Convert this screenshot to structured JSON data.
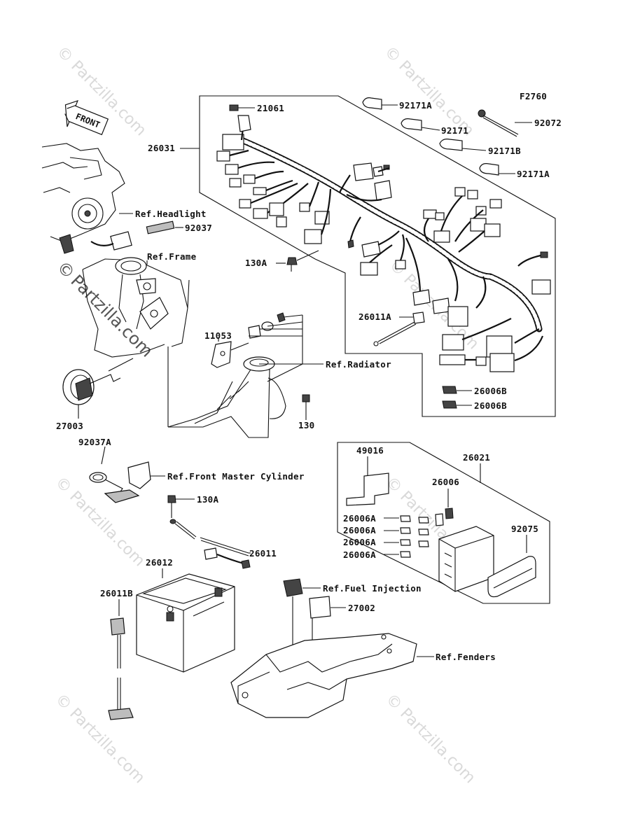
{
  "figure_code": "F2760",
  "front_marker": "FRONT",
  "watermark": {
    "text": "© Partzilla.com",
    "symbol": "©",
    "brand": "Partzilla.com"
  },
  "part_numbers": {
    "p21061": "21061",
    "p26031": "26031",
    "p92171A_1": "92171A",
    "p92171": "92171",
    "p92171B": "92171B",
    "p92171A_2": "92171A",
    "p92072": "92072",
    "p92037": "92037",
    "p130A_1": "130A",
    "p26011A": "26011A",
    "p11053": "11053",
    "p26006B_1": "26006B",
    "p26006B_2": "26006B",
    "p27003": "27003",
    "p130": "130",
    "p92037A": "92037A",
    "p49016": "49016",
    "p26021": "26021",
    "p26006": "26006",
    "p26006A_1": "26006A",
    "p26006A_2": "26006A",
    "p26006A_3": "26006A",
    "p26006A_4": "26006A",
    "p92075": "92075",
    "p130A_2": "130A",
    "p26011": "26011",
    "p26012": "26012",
    "p26011B": "26011B",
    "p27002": "27002"
  },
  "references": {
    "headlight": "Ref.Headlight",
    "frame": "Ref.Frame",
    "radiator": "Ref.Radiator",
    "front_master_cylinder": "Ref.Front Master Cylinder",
    "fuel_injection": "Ref.Fuel Injection",
    "fenders": "Ref.Fenders"
  }
}
